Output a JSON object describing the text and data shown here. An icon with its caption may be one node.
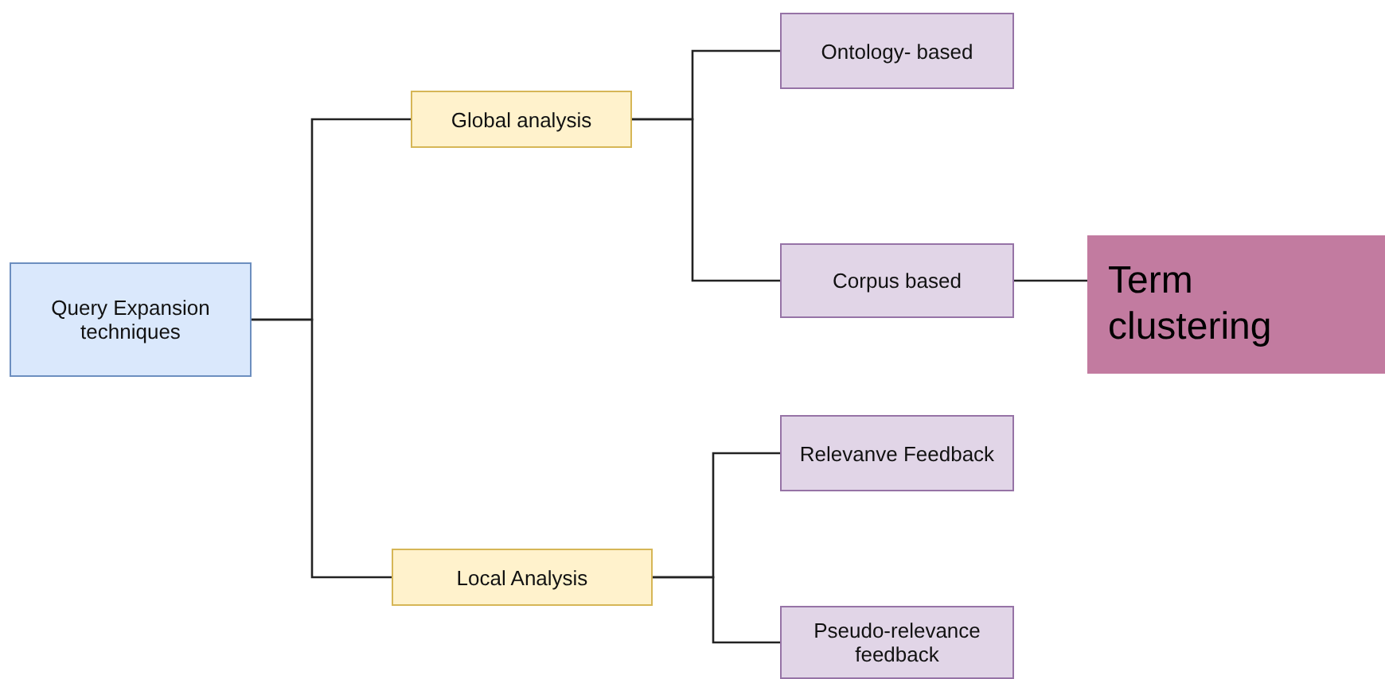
{
  "diagram": {
    "nodes": [
      {
        "text": [
          "Query Expansion techniques"
        ]
      },
      {
        "text": [
          "Global analysis"
        ]
      },
      {
        "text": [
          "Local Analysis"
        ]
      },
      {
        "text": [
          "Ontology- based"
        ]
      },
      {
        "text": [
          "Corpus based"
        ]
      },
      {
        "text": [
          "Relevanve Feedback"
        ]
      },
      {
        "text": [
          "Pseudo-relevance feedback"
        ]
      },
      {
        "text": [
          "Term clustering"
        ]
      }
    ],
    "edges": [
      {
        "from": 0,
        "to": 1,
        "arrow": "none"
      },
      {
        "from": 0,
        "to": 2,
        "arrow": "none"
      },
      {
        "from": 1,
        "to": 3,
        "arrow": "none"
      },
      {
        "from": 1,
        "to": 4,
        "arrow": "none"
      },
      {
        "from": 2,
        "to": 5,
        "arrow": "none"
      },
      {
        "from": 2,
        "to": 6,
        "arrow": "none"
      },
      {
        "from": 4,
        "to": 7,
        "arrow": "none"
      }
    ]
  }
}
